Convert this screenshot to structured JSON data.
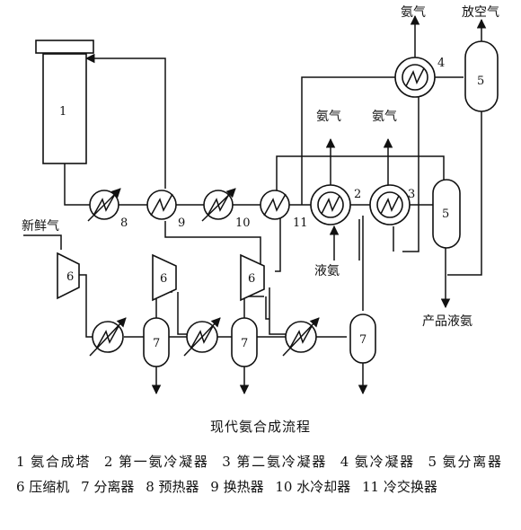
{
  "labels": {
    "ammonia_gas_1": "氨气",
    "vent_gas": "放空气",
    "ammonia_gas_2": "氨气",
    "ammonia_gas_3": "氨气",
    "fresh_gas": "新鲜气",
    "liquid_ammonia_in": "液氨",
    "product_liquid_ammonia": "产品液氨"
  },
  "equipment_numbers": {
    "synthesis_tower": "1",
    "condenser_1": "2",
    "condenser_2": "3",
    "ammonia_condenser": "4",
    "separator_top": "5",
    "separator_right": "5",
    "compressor_1": "6",
    "compressor_2": "6",
    "compressor_3": "6",
    "sep_1": "7",
    "sep_2": "7",
    "sep_3": "7",
    "preheater": "8",
    "heat_exchanger": "9",
    "water_cooler": "10",
    "cold_exchanger": "11"
  },
  "caption": "现代氨合成流程",
  "legend": [
    "1 氨合成塔",
    "2 第一氨冷凝器",
    "3 第二氨冷凝器",
    "4 氨冷凝器",
    "5 氨分离器",
    "6 压缩机",
    "7 分离器",
    "8 预热器",
    "9 换热器",
    "10 水冷却器",
    "11 冷交换器"
  ]
}
